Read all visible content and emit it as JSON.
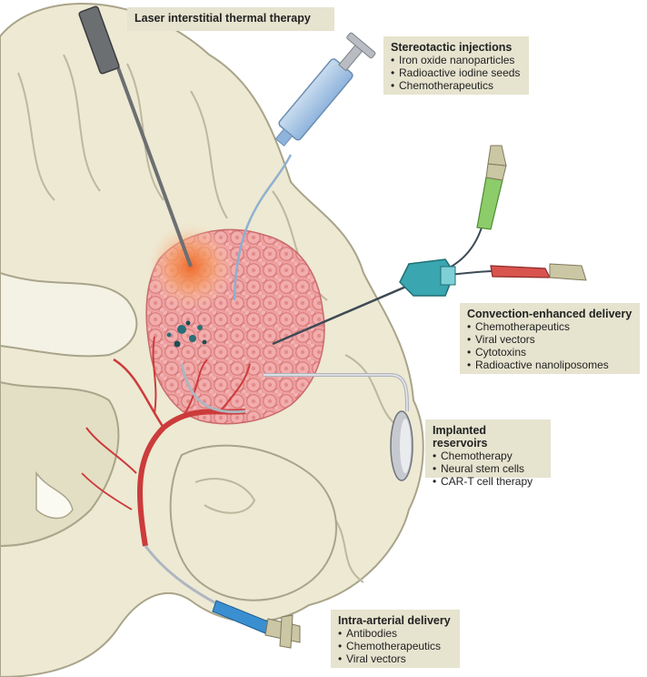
{
  "labels": {
    "litt": {
      "title": "Laser interstitial thermal therapy",
      "items": []
    },
    "stereotactic": {
      "title": "Stereotactic injections",
      "items": [
        "Iron oxide nanoparticles",
        "Radioactive iodine seeds",
        "Chemotherapeutics"
      ]
    },
    "ced": {
      "title": "Convection-enhanced delivery",
      "items": [
        "Chemotherapeutics",
        "Viral vectors",
        "Cytotoxins",
        "Radioactive nanoliposomes"
      ]
    },
    "reservoirs": {
      "title": "Implanted reservoirs",
      "items": [
        "Chemotherapy",
        "Neural stem cells",
        "CAR-T cell therapy"
      ]
    },
    "intra_arterial": {
      "title": "Intra-arterial delivery",
      "items": [
        "Antibodies",
        "Chemotherapeutics",
        "Viral vectors"
      ]
    }
  },
  "colors": {
    "brain_tissue": "#ede9d3",
    "brain_outline": "#a9a48a",
    "tumor": "#ee9a9a",
    "tumor_dark": "#d46b6b",
    "label_bg": "#e6e3cf",
    "artery": "#cc3b3b",
    "catheter_blue": "#3a8fd0",
    "ced_teal": "#3aa6b0",
    "green_cannula": "#8ccc6a",
    "red_cannula": "#d9534f",
    "laser_glow": "#f07a3a"
  },
  "icons": [
    "laser-probe-icon",
    "syringe-icon",
    "ced-cannula-icon",
    "reservoir-icon",
    "catheter-hub-icon"
  ]
}
